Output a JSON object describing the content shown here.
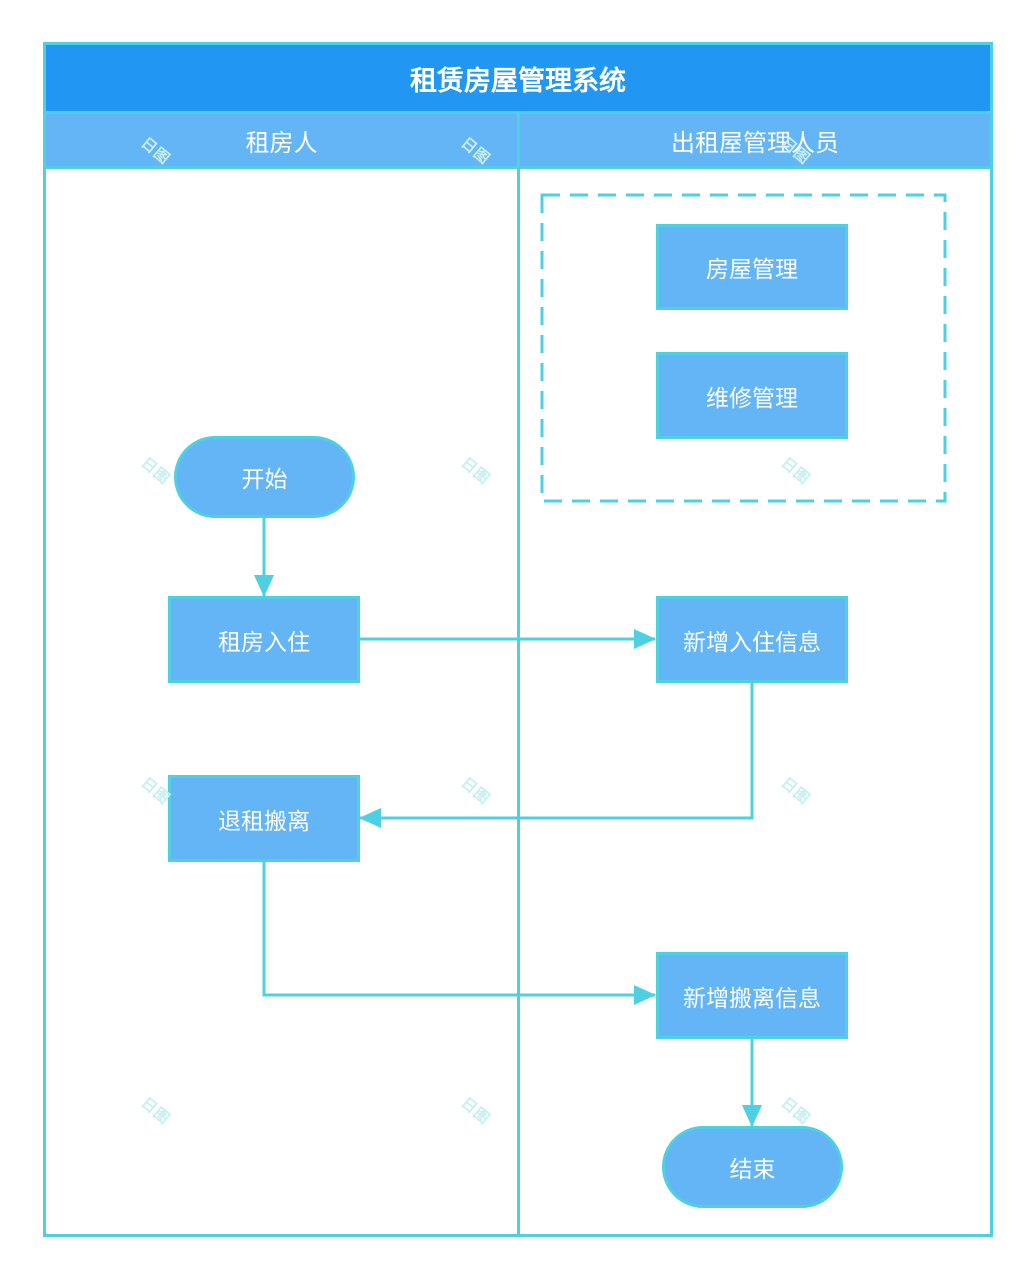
{
  "title": "租赁房屋管理系统",
  "lanes": [
    "租房人",
    "出租屋管理人员"
  ],
  "nodes": {
    "house_mgmt": "房屋管理",
    "repair_mgmt": "维修管理",
    "start": "开始",
    "rent_checkin": "租房入住",
    "add_checkin_info": "新增入住信息",
    "checkout": "退租搬离",
    "add_checkout_info": "新增搬离信息",
    "end": "结束"
  },
  "watermark": "日图",
  "colors": {
    "title_bg": "#2196f3",
    "lane_bg": "#64b5f6",
    "node_bg": "#64b5f6",
    "line": "#4dd0e1"
  }
}
